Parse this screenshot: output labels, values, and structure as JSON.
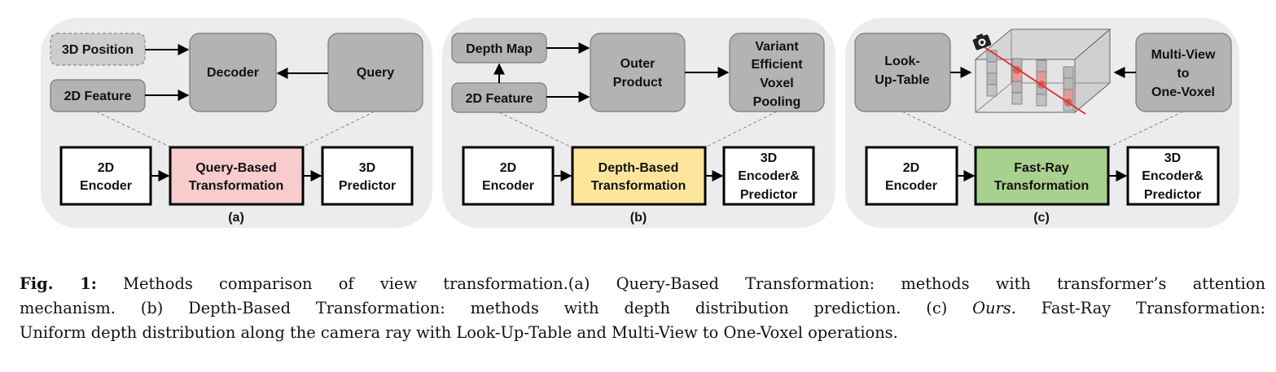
{
  "figure": {
    "panels": [
      {
        "label": "(a)",
        "top_boxes": [
          "3D Position",
          "2D Feature",
          "Decoder",
          "Query"
        ],
        "pipeline": [
          "2D",
          "Encoder",
          "Query-Based",
          "Transformation",
          "3D",
          "Predictor"
        ],
        "highlight_color": "#f8cccc"
      },
      {
        "label": "(b)",
        "top_boxes": [
          "Depth Map",
          "2D Feature",
          "Outer",
          "Product",
          "Variant",
          "Efficient",
          "Voxel",
          "Pooling"
        ],
        "pipeline": [
          "2D",
          "Encoder",
          "Depth-Based",
          "Transformation",
          "3D",
          "Encoder&",
          "Predictor"
        ],
        "highlight_color": "#fde69c"
      },
      {
        "label": "(c)",
        "top_boxes": [
          "Look-",
          "Up-Table",
          "Multi-View",
          "to",
          "One-Voxel"
        ],
        "pipeline": [
          "2D",
          "Encoder",
          "Fast-Ray",
          "Transformation",
          "3D",
          "Encoder&",
          "Predictor"
        ],
        "highlight_color": "#a9d18e",
        "ray_color": "#e0302a"
      }
    ]
  },
  "caption": {
    "label": "Fig. 1:",
    "line1": "Methods comparison of view transformation.(a) Query-Based Transformation: methods with transformer’s attention",
    "line2a": "mechanism. (b) Depth-Based Transformation: methods with depth distribution prediction. (c)",
    "ours": "Ours.",
    "line2b": "Fast-Ray Transformation:",
    "line3": "Uniform depth distribution along the camera ray with Look-Up-Table and Multi-View to One-Voxel operations."
  }
}
